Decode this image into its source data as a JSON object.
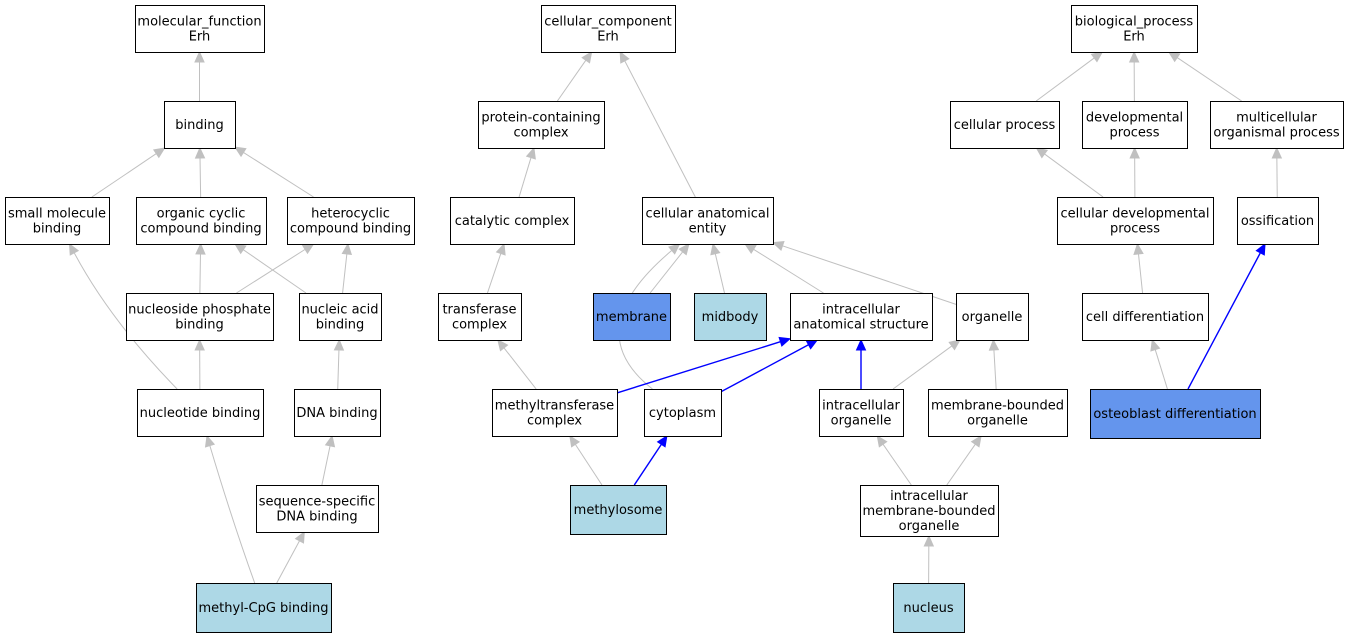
{
  "colors": {
    "default_fill": "#ffffff",
    "highlight_light": "#add8e6",
    "highlight_dark": "#6495ed",
    "edge_default": "#c0c0c0",
    "edge_highlight": "#0000ff"
  },
  "nodes": {
    "mf_root": {
      "lines": [
        "molecular_function",
        "Erh"
      ],
      "style": "default"
    },
    "binding": {
      "lines": [
        "binding"
      ],
      "style": "default"
    },
    "small_molecule_binding": {
      "lines": [
        "small molecule",
        "binding"
      ],
      "style": "default"
    },
    "organic_cyclic_compound_binding": {
      "lines": [
        "organic cyclic",
        "compound binding"
      ],
      "style": "default"
    },
    "heterocyclic_compound_binding": {
      "lines": [
        "heterocyclic",
        "compound binding"
      ],
      "style": "default"
    },
    "nucleoside_phosphate_binding": {
      "lines": [
        "nucleoside phosphate",
        "binding"
      ],
      "style": "default"
    },
    "nucleic_acid_binding": {
      "lines": [
        "nucleic acid",
        "binding"
      ],
      "style": "default"
    },
    "nucleotide_binding": {
      "lines": [
        "nucleotide binding"
      ],
      "style": "default"
    },
    "dna_binding": {
      "lines": [
        "DNA binding"
      ],
      "style": "default"
    },
    "sequence_specific_dna_binding": {
      "lines": [
        "sequence-specific",
        "DNA binding"
      ],
      "style": "default"
    },
    "methyl_cpg_binding": {
      "lines": [
        "methyl-CpG binding"
      ],
      "style": "light"
    },
    "cc_root": {
      "lines": [
        "cellular_component",
        "Erh"
      ],
      "style": "default"
    },
    "protein_containing_complex": {
      "lines": [
        "protein-containing",
        "complex"
      ],
      "style": "default"
    },
    "catalytic_complex": {
      "lines": [
        "catalytic complex"
      ],
      "style": "default"
    },
    "transferase_complex": {
      "lines": [
        "transferase",
        "complex"
      ],
      "style": "default"
    },
    "methyltransferase_complex": {
      "lines": [
        "methyltransferase",
        "complex"
      ],
      "style": "default"
    },
    "methylosome": {
      "lines": [
        "methylosome"
      ],
      "style": "light"
    },
    "cellular_anatomical_entity": {
      "lines": [
        "cellular anatomical",
        "entity"
      ],
      "style": "default"
    },
    "membrane": {
      "lines": [
        "membrane"
      ],
      "style": "dark"
    },
    "midbody": {
      "lines": [
        "midbody"
      ],
      "style": "light"
    },
    "intracellular_anatomical_structure": {
      "lines": [
        "intracellular",
        "anatomical structure"
      ],
      "style": "default"
    },
    "organelle": {
      "lines": [
        "organelle"
      ],
      "style": "default"
    },
    "cytoplasm": {
      "lines": [
        "cytoplasm"
      ],
      "style": "default"
    },
    "intracellular_organelle": {
      "lines": [
        "intracellular",
        "organelle"
      ],
      "style": "default"
    },
    "membrane_bounded_organelle": {
      "lines": [
        "membrane-bounded",
        "organelle"
      ],
      "style": "default"
    },
    "intracellular_membrane_bounded_organelle": {
      "lines": [
        "intracellular",
        "membrane-bounded",
        "organelle"
      ],
      "style": "default"
    },
    "nucleus": {
      "lines": [
        "nucleus"
      ],
      "style": "light"
    },
    "bp_root": {
      "lines": [
        "biological_process",
        "Erh"
      ],
      "style": "default"
    },
    "cellular_process": {
      "lines": [
        "cellular process"
      ],
      "style": "default"
    },
    "developmental_process": {
      "lines": [
        "developmental",
        "process"
      ],
      "style": "default"
    },
    "multicellular_organismal_process": {
      "lines": [
        "multicellular",
        "organismal process"
      ],
      "style": "default"
    },
    "cellular_developmental_process": {
      "lines": [
        "cellular developmental",
        "process"
      ],
      "style": "default"
    },
    "ossification": {
      "lines": [
        "ossification"
      ],
      "style": "default"
    },
    "cell_differentiation": {
      "lines": [
        "cell differentiation"
      ],
      "style": "default"
    },
    "osteoblast_differentiation": {
      "lines": [
        "osteoblast differentiation"
      ],
      "style": "dark"
    }
  },
  "edges": [
    {
      "from": "binding",
      "to": "mf_root",
      "color": "default"
    },
    {
      "from": "small_molecule_binding",
      "to": "binding",
      "color": "default"
    },
    {
      "from": "organic_cyclic_compound_binding",
      "to": "binding",
      "color": "default"
    },
    {
      "from": "heterocyclic_compound_binding",
      "to": "binding",
      "color": "default"
    },
    {
      "from": "nucleoside_phosphate_binding",
      "to": "organic_cyclic_compound_binding",
      "color": "default"
    },
    {
      "from": "nucleoside_phosphate_binding",
      "to": "heterocyclic_compound_binding",
      "color": "default"
    },
    {
      "from": "nucleic_acid_binding",
      "to": "organic_cyclic_compound_binding",
      "color": "default"
    },
    {
      "from": "nucleic_acid_binding",
      "to": "heterocyclic_compound_binding",
      "color": "default"
    },
    {
      "from": "nucleotide_binding",
      "to": "small_molecule_binding",
      "color": "default"
    },
    {
      "from": "nucleotide_binding",
      "to": "nucleoside_phosphate_binding",
      "color": "default"
    },
    {
      "from": "dna_binding",
      "to": "nucleic_acid_binding",
      "color": "default"
    },
    {
      "from": "sequence_specific_dna_binding",
      "to": "dna_binding",
      "color": "default"
    },
    {
      "from": "methyl_cpg_binding",
      "to": "nucleotide_binding",
      "color": "default"
    },
    {
      "from": "methyl_cpg_binding",
      "to": "sequence_specific_dna_binding",
      "color": "default"
    },
    {
      "from": "protein_containing_complex",
      "to": "cc_root",
      "color": "default"
    },
    {
      "from": "cellular_anatomical_entity",
      "to": "cc_root",
      "color": "default"
    },
    {
      "from": "catalytic_complex",
      "to": "protein_containing_complex",
      "color": "default"
    },
    {
      "from": "transferase_complex",
      "to": "catalytic_complex",
      "color": "default"
    },
    {
      "from": "methyltransferase_complex",
      "to": "transferase_complex",
      "color": "default"
    },
    {
      "from": "methylosome",
      "to": "methyltransferase_complex",
      "color": "default"
    },
    {
      "from": "methylosome",
      "to": "cytoplasm",
      "color": "highlight"
    },
    {
      "from": "membrane",
      "to": "cellular_anatomical_entity",
      "color": "default"
    },
    {
      "from": "midbody",
      "to": "cellular_anatomical_entity",
      "color": "default"
    },
    {
      "from": "intracellular_anatomical_structure",
      "to": "cellular_anatomical_entity",
      "color": "default"
    },
    {
      "from": "organelle",
      "to": "cellular_anatomical_entity",
      "color": "default"
    },
    {
      "from": "cytoplasm",
      "to": "cellular_anatomical_entity",
      "color": "default"
    },
    {
      "from": "methyltransferase_complex",
      "to": "intracellular_anatomical_structure",
      "color": "highlight"
    },
    {
      "from": "cytoplasm",
      "to": "intracellular_anatomical_structure",
      "color": "highlight"
    },
    {
      "from": "intracellular_organelle",
      "to": "intracellular_anatomical_structure",
      "color": "highlight"
    },
    {
      "from": "intracellular_organelle",
      "to": "organelle",
      "color": "default"
    },
    {
      "from": "membrane_bounded_organelle",
      "to": "organelle",
      "color": "default"
    },
    {
      "from": "intracellular_membrane_bounded_organelle",
      "to": "intracellular_organelle",
      "color": "default"
    },
    {
      "from": "intracellular_membrane_bounded_organelle",
      "to": "membrane_bounded_organelle",
      "color": "default"
    },
    {
      "from": "nucleus",
      "to": "intracellular_membrane_bounded_organelle",
      "color": "default"
    },
    {
      "from": "cellular_process",
      "to": "bp_root",
      "color": "default"
    },
    {
      "from": "developmental_process",
      "to": "bp_root",
      "color": "default"
    },
    {
      "from": "multicellular_organismal_process",
      "to": "bp_root",
      "color": "default"
    },
    {
      "from": "cellular_developmental_process",
      "to": "cellular_process",
      "color": "default"
    },
    {
      "from": "cellular_developmental_process",
      "to": "developmental_process",
      "color": "default"
    },
    {
      "from": "ossification",
      "to": "multicellular_organismal_process",
      "color": "default"
    },
    {
      "from": "cell_differentiation",
      "to": "cellular_developmental_process",
      "color": "default"
    },
    {
      "from": "osteoblast_differentiation",
      "to": "cell_differentiation",
      "color": "default"
    },
    {
      "from": "osteoblast_differentiation",
      "to": "ossification",
      "color": "highlight"
    }
  ]
}
